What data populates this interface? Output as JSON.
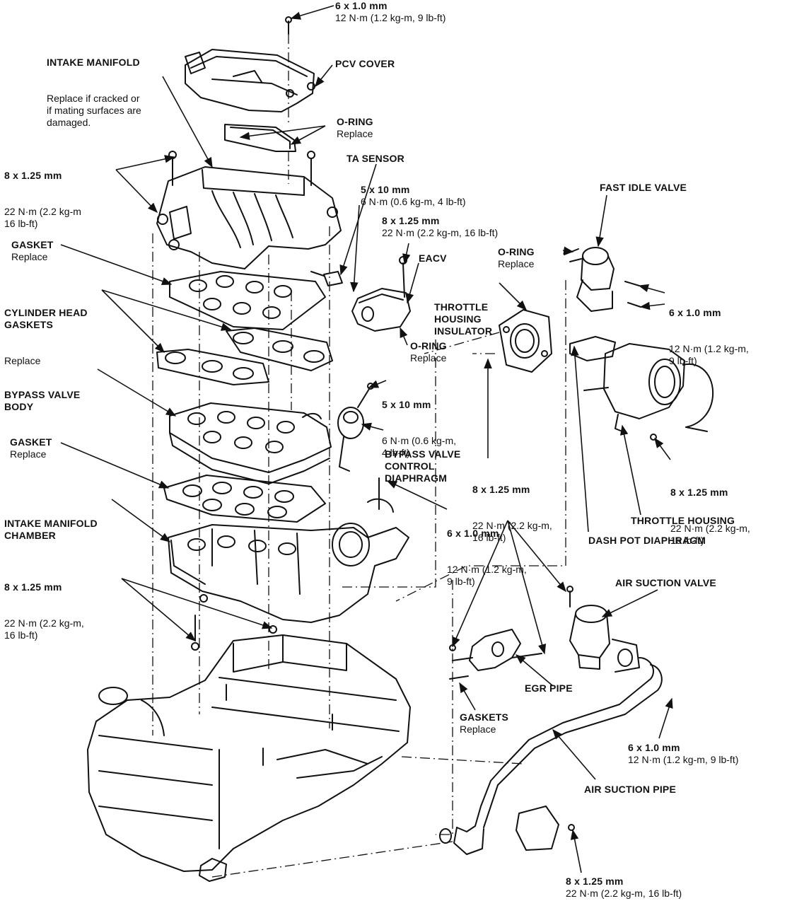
{
  "labels": {
    "bolt_top": {
      "title": "6 x 1.0 mm",
      "sub": "12 N·m (1.2 kg-m, 9 lb-ft)"
    },
    "intake_manifold": {
      "title": "INTAKE MANIFOLD",
      "sub": "Replace if cracked or\nif mating surfaces are\ndamaged."
    },
    "pcv_cover": {
      "title": "PCV COVER",
      "sub": ""
    },
    "o_ring_top": {
      "title": "O-RING",
      "sub": "Replace"
    },
    "ta_sensor": {
      "title": "TA SENSOR",
      "sub": ""
    },
    "bolt_left_top": {
      "title": "8 x 1.25 mm",
      "sub": "22 N·m (2.2 kg-m\n16 lb-ft)"
    },
    "bolt_5x10_top": {
      "title": "5 x 10 mm",
      "sub": "6 N·m (0.6 kg-m, 4 lb-ft)"
    },
    "fast_idle_valve": {
      "title": "FAST IDLE VALVE",
      "sub": ""
    },
    "bolt_eacv": {
      "title": "8 x 1.25 mm",
      "sub": "22 N·m (2.2 kg-m, 16 lb-ft)"
    },
    "o_ring_fiv": {
      "title": "O-RING",
      "sub": "Replace"
    },
    "gasket_top": {
      "title": "GASKET",
      "sub": "Replace"
    },
    "eacv": {
      "title": "EACV",
      "sub": ""
    },
    "throttle_housing_insulator": {
      "title": "THROTTLE\nHOUSING\nINSULATOR",
      "sub": ""
    },
    "cylinder_head_gaskets": {
      "title": "CYLINDER HEAD\nGASKETS",
      "sub": "Replace"
    },
    "bolt_fiv": {
      "title": "6 x 1.0 mm",
      "sub": "12 N·m (1.2 kg-m,\n9 lb-ft)"
    },
    "o_ring_mid": {
      "title": "O-RING",
      "sub": "Replace"
    },
    "bypass_valve_body": {
      "title": "BYPASS VALVE\nBODY",
      "sub": ""
    },
    "bolt_5x10_mid": {
      "title": "5 x 10 mm",
      "sub": "6 N·m (0.6 kg-m,\n4 lb-ft)"
    },
    "bypass_valve_control_diaphragm": {
      "title": "BYPASS VALVE\nCONTROL\nDIAPHRAGM",
      "sub": ""
    },
    "gasket_mid": {
      "title": "GASKET",
      "sub": "Replace"
    },
    "bolt_th_right": {
      "title": "8 x 1.25 mm",
      "sub": "22 N·m (2.2 kg-m,\n16 lb-ft)"
    },
    "bolt_center": {
      "title": "8 x 1.25 mm",
      "sub": "22 N·m (2.2 kg-m,\n16 lb-ft)"
    },
    "intake_manifold_chamber": {
      "title": "INTAKE MANIFOLD\nCHAMBER",
      "sub": ""
    },
    "throttle_housing": {
      "title": "THROTTLE HOUSING",
      "sub": ""
    },
    "bolt_egr": {
      "title": "6 x 1.0 mm",
      "sub": "12 N·m (1.2 kg-m,\n9 lb-ft)"
    },
    "dash_pot_diaphragm": {
      "title": "DASH POT DIAPHRAGM",
      "sub": ""
    },
    "bolt_left_bottom": {
      "title": "8 x 1.25 mm",
      "sub": "22 N·m (2.2 kg-m,\n16 lb-ft)"
    },
    "air_suction_valve": {
      "title": "AIR SUCTION VALVE",
      "sub": ""
    },
    "egr_pipe": {
      "title": "EGR PIPE",
      "sub": ""
    },
    "gaskets_bottom": {
      "title": "GASKETS",
      "sub": "Replace"
    },
    "bolt_asv": {
      "title": "6 x 1.0 mm",
      "sub": "12 N·m (1.2 kg-m, 9 lb-ft)"
    },
    "air_suction_pipe": {
      "title": "AIR SUCTION PIPE",
      "sub": ""
    },
    "bolt_bottom": {
      "title": "8 x 1.25 mm",
      "sub": "22 N·m (2.2 kg-m, 16 lb-ft)"
    }
  }
}
